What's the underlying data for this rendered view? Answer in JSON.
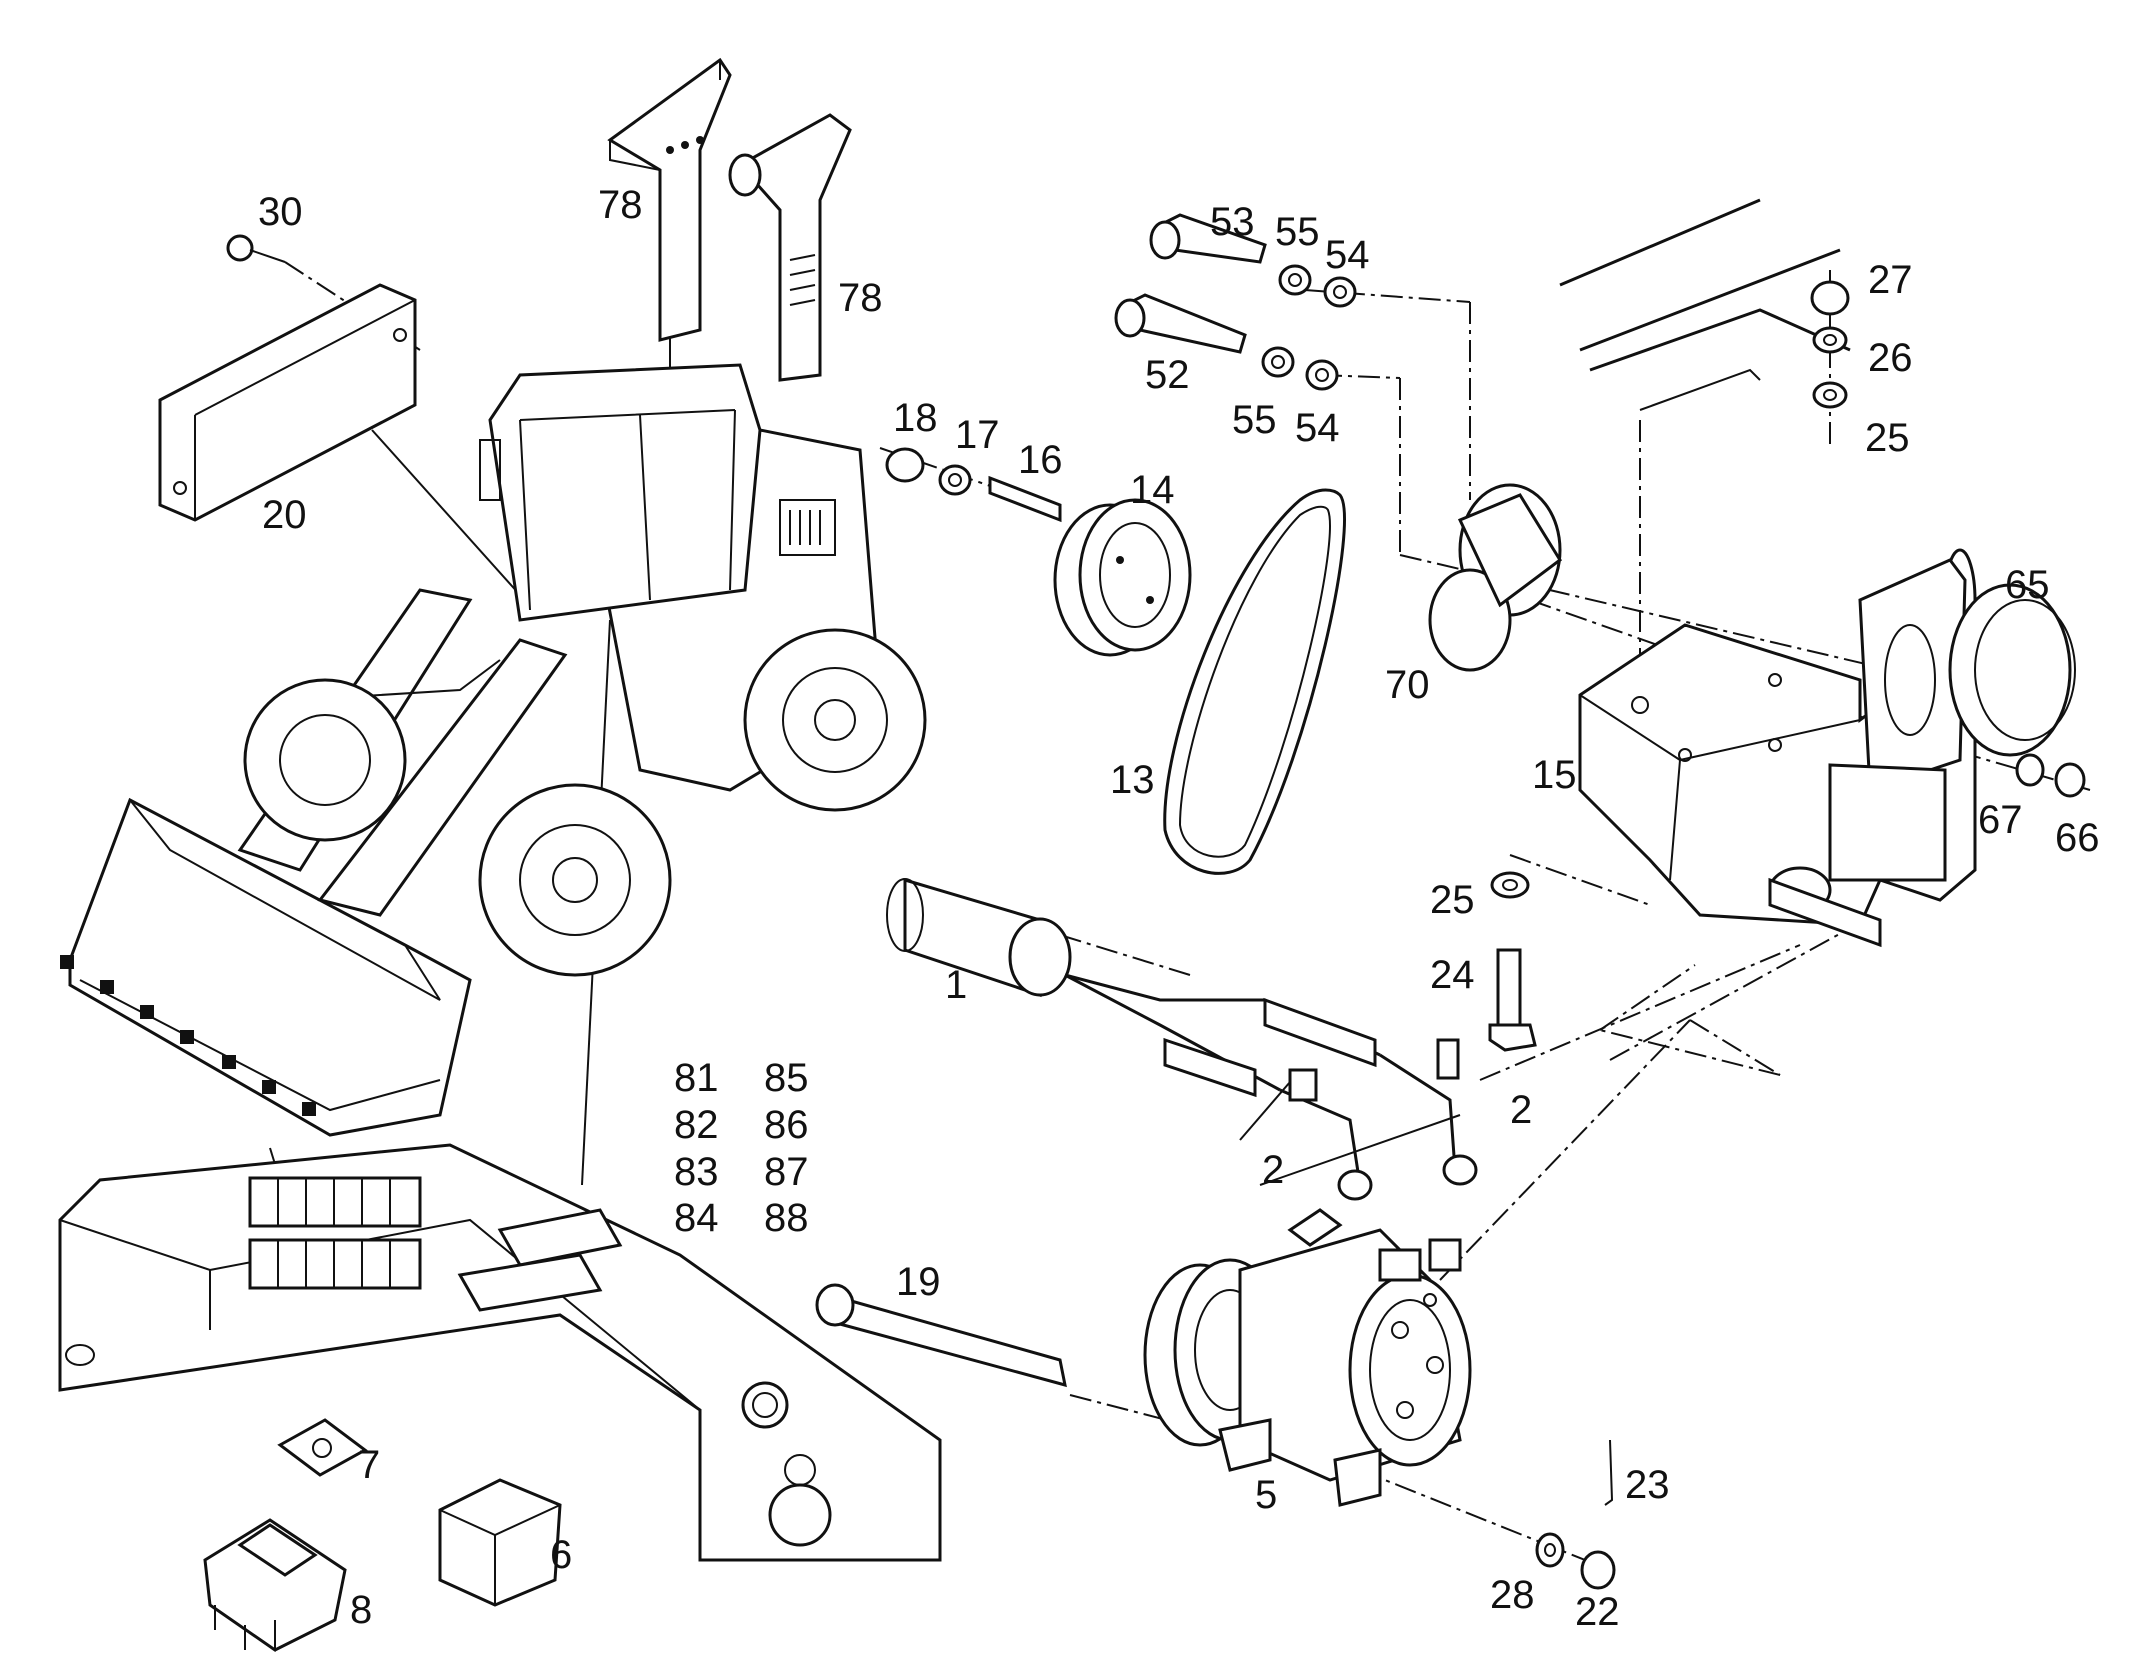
{
  "callouts": {
    "c1": "1",
    "c2a": "2",
    "c2b": "2",
    "c5": "5",
    "c6": "6",
    "c7": "7",
    "c8": "8",
    "c13": "13",
    "c14": "14",
    "c15": "15",
    "c16": "16",
    "c17": "17",
    "c18": "18",
    "c19": "19",
    "c20": "20",
    "c22": "22",
    "c23": "23",
    "c24": "24",
    "c25a": "25",
    "c25b": "25",
    "c26": "26",
    "c27": "27",
    "c28": "28",
    "c30": "30",
    "c52": "52",
    "c53": "53",
    "c54a": "54",
    "c54b": "54",
    "c55a": "55",
    "c55b": "55",
    "c65": "65",
    "c66": "66",
    "c67": "67",
    "c70": "70",
    "c78a": "78",
    "c78b": "78",
    "c81": "81",
    "c82": "82",
    "c83": "83",
    "c84": "84",
    "c85": "85",
    "c86": "86",
    "c87": "87",
    "c88": "88"
  },
  "icons": {
    "loader": "wheel-loader-icon",
    "dashboard": "dashboard-console-icon",
    "compressor": "ac-compressor-icon",
    "belt": "drive-belt-icon",
    "pulley": "pulley-icon",
    "tensioner": "belt-tensioner-icon",
    "bracket": "mounting-bracket-icon",
    "relay": "relay-icon",
    "switch": "rocker-switch-icon"
  },
  "colors": {
    "ink": "#111111",
    "paper": "#ffffff"
  }
}
